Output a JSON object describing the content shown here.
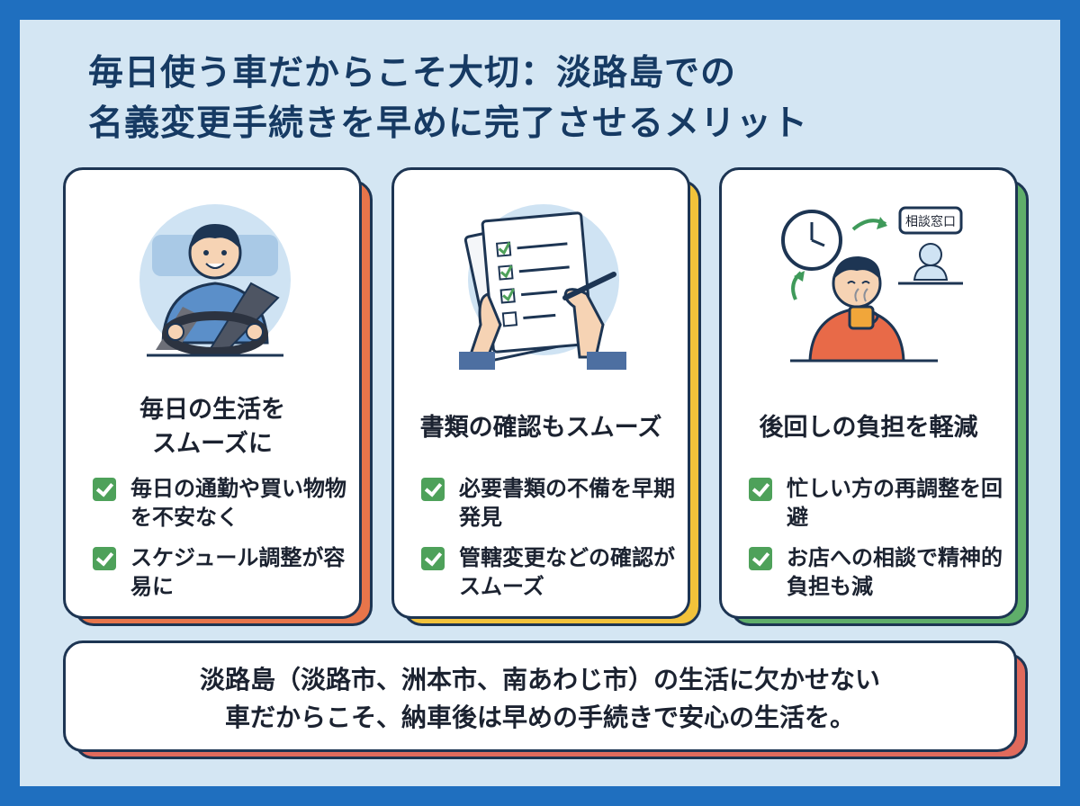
{
  "title": {
    "line1": "毎日使う車だからこそ大切：淡路島での",
    "line2": "名義変更手続きを早めに完了させるメリット"
  },
  "colors": {
    "frame": "#1f6fbf",
    "background": "#d4e6f3",
    "card1_accent": "#e8754a",
    "card2_accent": "#f2c23a",
    "card3_accent": "#5fae6a",
    "bottom_accent": "#e06a5c",
    "check": "#4ea15a"
  },
  "cards": [
    {
      "title_lines": [
        "毎日の生活を",
        "スムーズに"
      ],
      "illustration": "driver-icon",
      "items": [
        "毎日の通勤や買い物物を不安なく",
        "スケジュール調整が容易に"
      ]
    },
    {
      "title_lines": [
        "書類の確認もスムーズ"
      ],
      "illustration": "documents-checklist-icon",
      "items": [
        "必要書類の不備を早期発見",
        "管轄変更などの確認がスムーズ"
      ]
    },
    {
      "title_lines": [
        "後回しの負担を軽減"
      ],
      "illustration": "relaxed-person-coffee-icon",
      "sign": "相談窓口",
      "items": [
        "忙しい方の再調整を回避",
        "お店への相談で精神的負担も減"
      ]
    }
  ],
  "bottom": {
    "line1": "淡路島（淡路市、洲本市、南あわじ市）の生活に欠かせない",
    "line2": "車だからこそ、納車後は早めの手続きで安心の生活を。"
  }
}
